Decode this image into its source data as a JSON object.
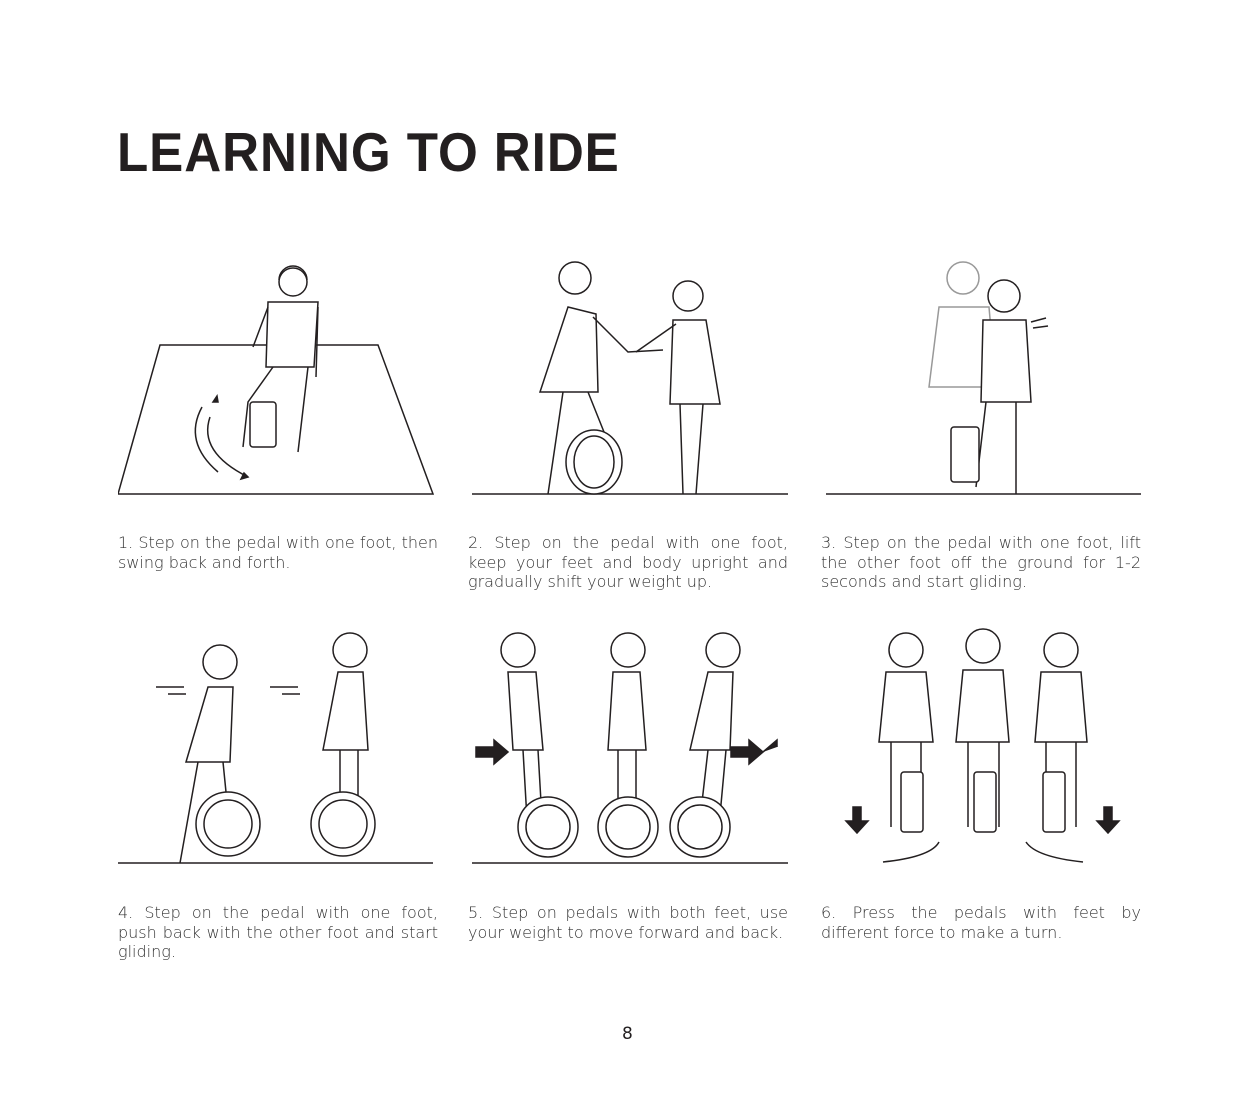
{
  "title": "LEARNING TO RIDE",
  "steps": [
    {
      "caption": "1. Step on the pedal with one foot, then swing back and forth."
    },
    {
      "caption": "2. Step on the pedal with one foot, keep your feet and body upright and gradually shift your weight up."
    },
    {
      "caption": "3. Step on the pedal with one foot, lift the other foot off the ground for 1-2 seconds and start gliding."
    },
    {
      "caption": "4. Step on the pedal with one foot, push back with the other foot and start gliding."
    },
    {
      "caption": "5. Step on pedals with both feet, use your weight to move forward and back."
    },
    {
      "caption": "6. Press the pedals with feet by different force to make a turn."
    }
  ],
  "page_number": "8"
}
